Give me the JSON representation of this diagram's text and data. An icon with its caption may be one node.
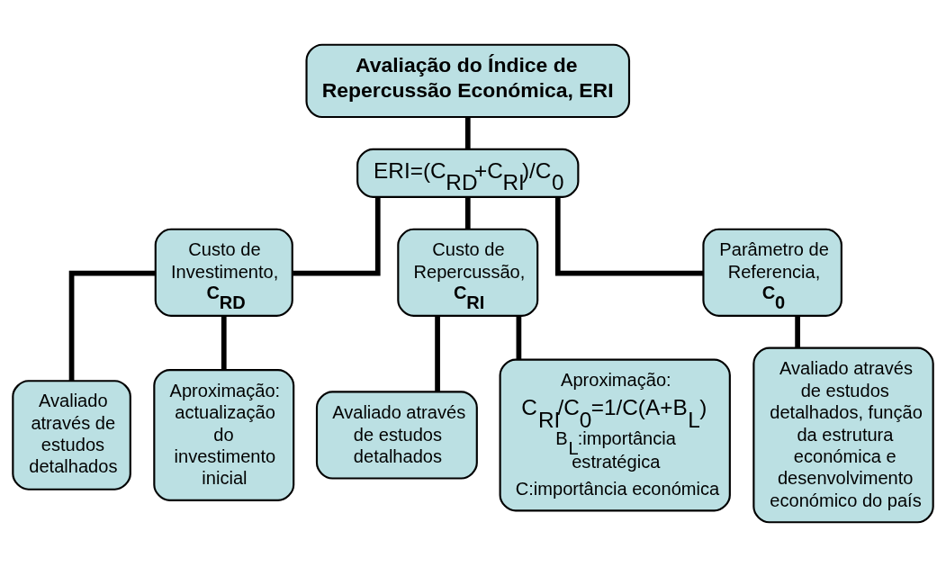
{
  "diagram": {
    "nodes": [
      {
        "text": [
          "Avaliação do Índice de Repercussão Económica, ERI"
        ]
      },
      {
        "text": [
          "ERI=(C$_{RD}$+C$_{RI}$)/C$_{0}$"
        ]
      },
      {
        "text": [
          "Custo de Investimento, **C$_{RD}$**"
        ]
      },
      {
        "text": [
          "Custo de Repercussão, **C$_{RI}$**"
        ]
      },
      {
        "text": [
          "Parâmetro de Referencia, **C$_{0}$**"
        ]
      },
      {
        "text": [
          "Avaliado através de estudos detalhados"
        ]
      },
      {
        "text": [
          "Aproximação: actualização do investimento inicial"
        ]
      },
      {
        "text": [
          "Avaliado através de estudos detalhados"
        ]
      },
      {
        "text": [
          "Aproximação:",
          "C$_{RI}$/C$_{0}$=1/C(A+B$_{L}$)",
          "B$_{L}$:importância estratégica",
          "C:importância económica"
        ]
      },
      {
        "text": [
          "Avaliado através de estudos detalhados, função da estrutura económica e desenvolvimento económico do país"
        ]
      }
    ],
    "edges": [
      {
        "from": 0,
        "to": 1,
        "arrow": "none"
      },
      {
        "from": 1,
        "to": 2,
        "arrow": "none"
      },
      {
        "from": 1,
        "to": 3,
        "arrow": "none"
      },
      {
        "from": 1,
        "to": 4,
        "arrow": "none"
      },
      {
        "from": 2,
        "to": 5,
        "arrow": "none"
      },
      {
        "from": 2,
        "to": 6,
        "arrow": "none"
      },
      {
        "from": 3,
        "to": 7,
        "arrow": "none"
      },
      {
        "from": 3,
        "to": 8,
        "arrow": "none"
      },
      {
        "from": 4,
        "to": 9,
        "arrow": "none"
      }
    ]
  }
}
